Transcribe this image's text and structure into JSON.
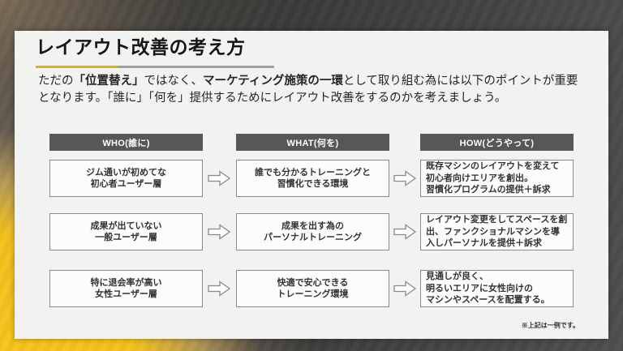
{
  "slide": {
    "title": "レイアウト改善の考え方",
    "intro": {
      "segments": [
        {
          "text": "ただの",
          "bold": false
        },
        {
          "text": "「位置替え」",
          "bold": true
        },
        {
          "text": "ではなく、",
          "bold": false
        },
        {
          "text": "マーケティング施策の一環",
          "bold": true
        },
        {
          "text": "として取り組む為には以下のポイントが重要となります。「誰に」「何を」提供するためにレイアウト改善をするのかを考えましょう。",
          "bold": false
        }
      ]
    },
    "columns": [
      {
        "label": "WHO(誰に)"
      },
      {
        "label": "WHAT(何を)"
      },
      {
        "label": "HOW(どうやって)"
      }
    ],
    "rows": [
      {
        "who": "ジム通いが初めてな\n初心者ユーザー層",
        "what": "誰でも分かるトレーニングと\n習慣化できる環境",
        "how": "既存マシンのレイアウトを変えて初心者向けエリアを創出。\n習慣化プログラムの提供＋訴求"
      },
      {
        "who": "成果が出ていない\n一般ユーザー層",
        "what": "成果を出す為の\nパーソナルトレーニング",
        "how": "レイアウト変更をしてスペースを創出、ファンクショナルマシンを導入しパーソナルを提供＋訴求"
      },
      {
        "who": "特に退会率が高い\n女性ユーザー層",
        "what": "快適で安心できる\nトレーニング環境",
        "how": "見通しが良く、\n明るいエリアに女性向けの\nマシンやスペースを配置する。"
      }
    ],
    "footnote": "※上記は一例です。",
    "colors": {
      "accent_gold": "#F5C51D",
      "underline_yellow": "#E3B200",
      "underline_gray": "#9E9E9E",
      "header_bg": "#575757",
      "card_bg": "#F2F2F0"
    }
  }
}
